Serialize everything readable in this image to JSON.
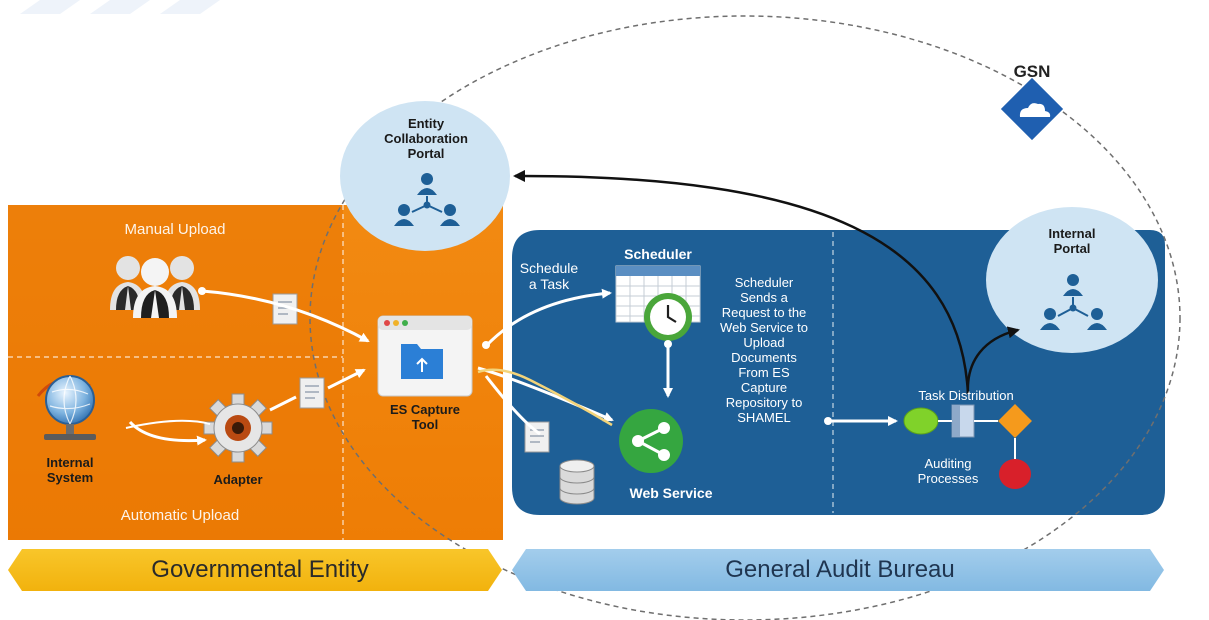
{
  "labels": {
    "gsn": "GSN",
    "entity_portal": "Entity Collaboration Portal",
    "manual_upload": "Manual Upload",
    "automatic_upload": "Automatic Upload",
    "internal_system": "Internal System",
    "adapter": "Adapter",
    "es_capture_tool": "ES Capture Tool",
    "schedule_task": "Schedule a Task",
    "scheduler": "Scheduler",
    "scheduler_note": "Scheduler Sends a Request to the Web Service to Upload Documents From ES Capture Repository to SHAMEL",
    "web_service": "Web Service",
    "task_distribution": "Task Distribution",
    "auditing_processes": "Auditing Processes",
    "internal_portal": "Internal Portal"
  },
  "banners": {
    "left": "Governmental Entity",
    "right": "General Audit Bureau"
  },
  "colors": {
    "orange_panel": "#f5880f",
    "orange_dark": "#ec7a05",
    "blue_panel": "#1e5f96",
    "blue_dark": "#174f80",
    "portal_circle": "#cfe4f3",
    "banner_left": "#f6bd17",
    "banner_right": "#8fc2e6",
    "gsn_badge": "#1f5fb0",
    "share_green": "#35a640",
    "arrow_black": "#111111",
    "dash_gray": "#777777"
  }
}
